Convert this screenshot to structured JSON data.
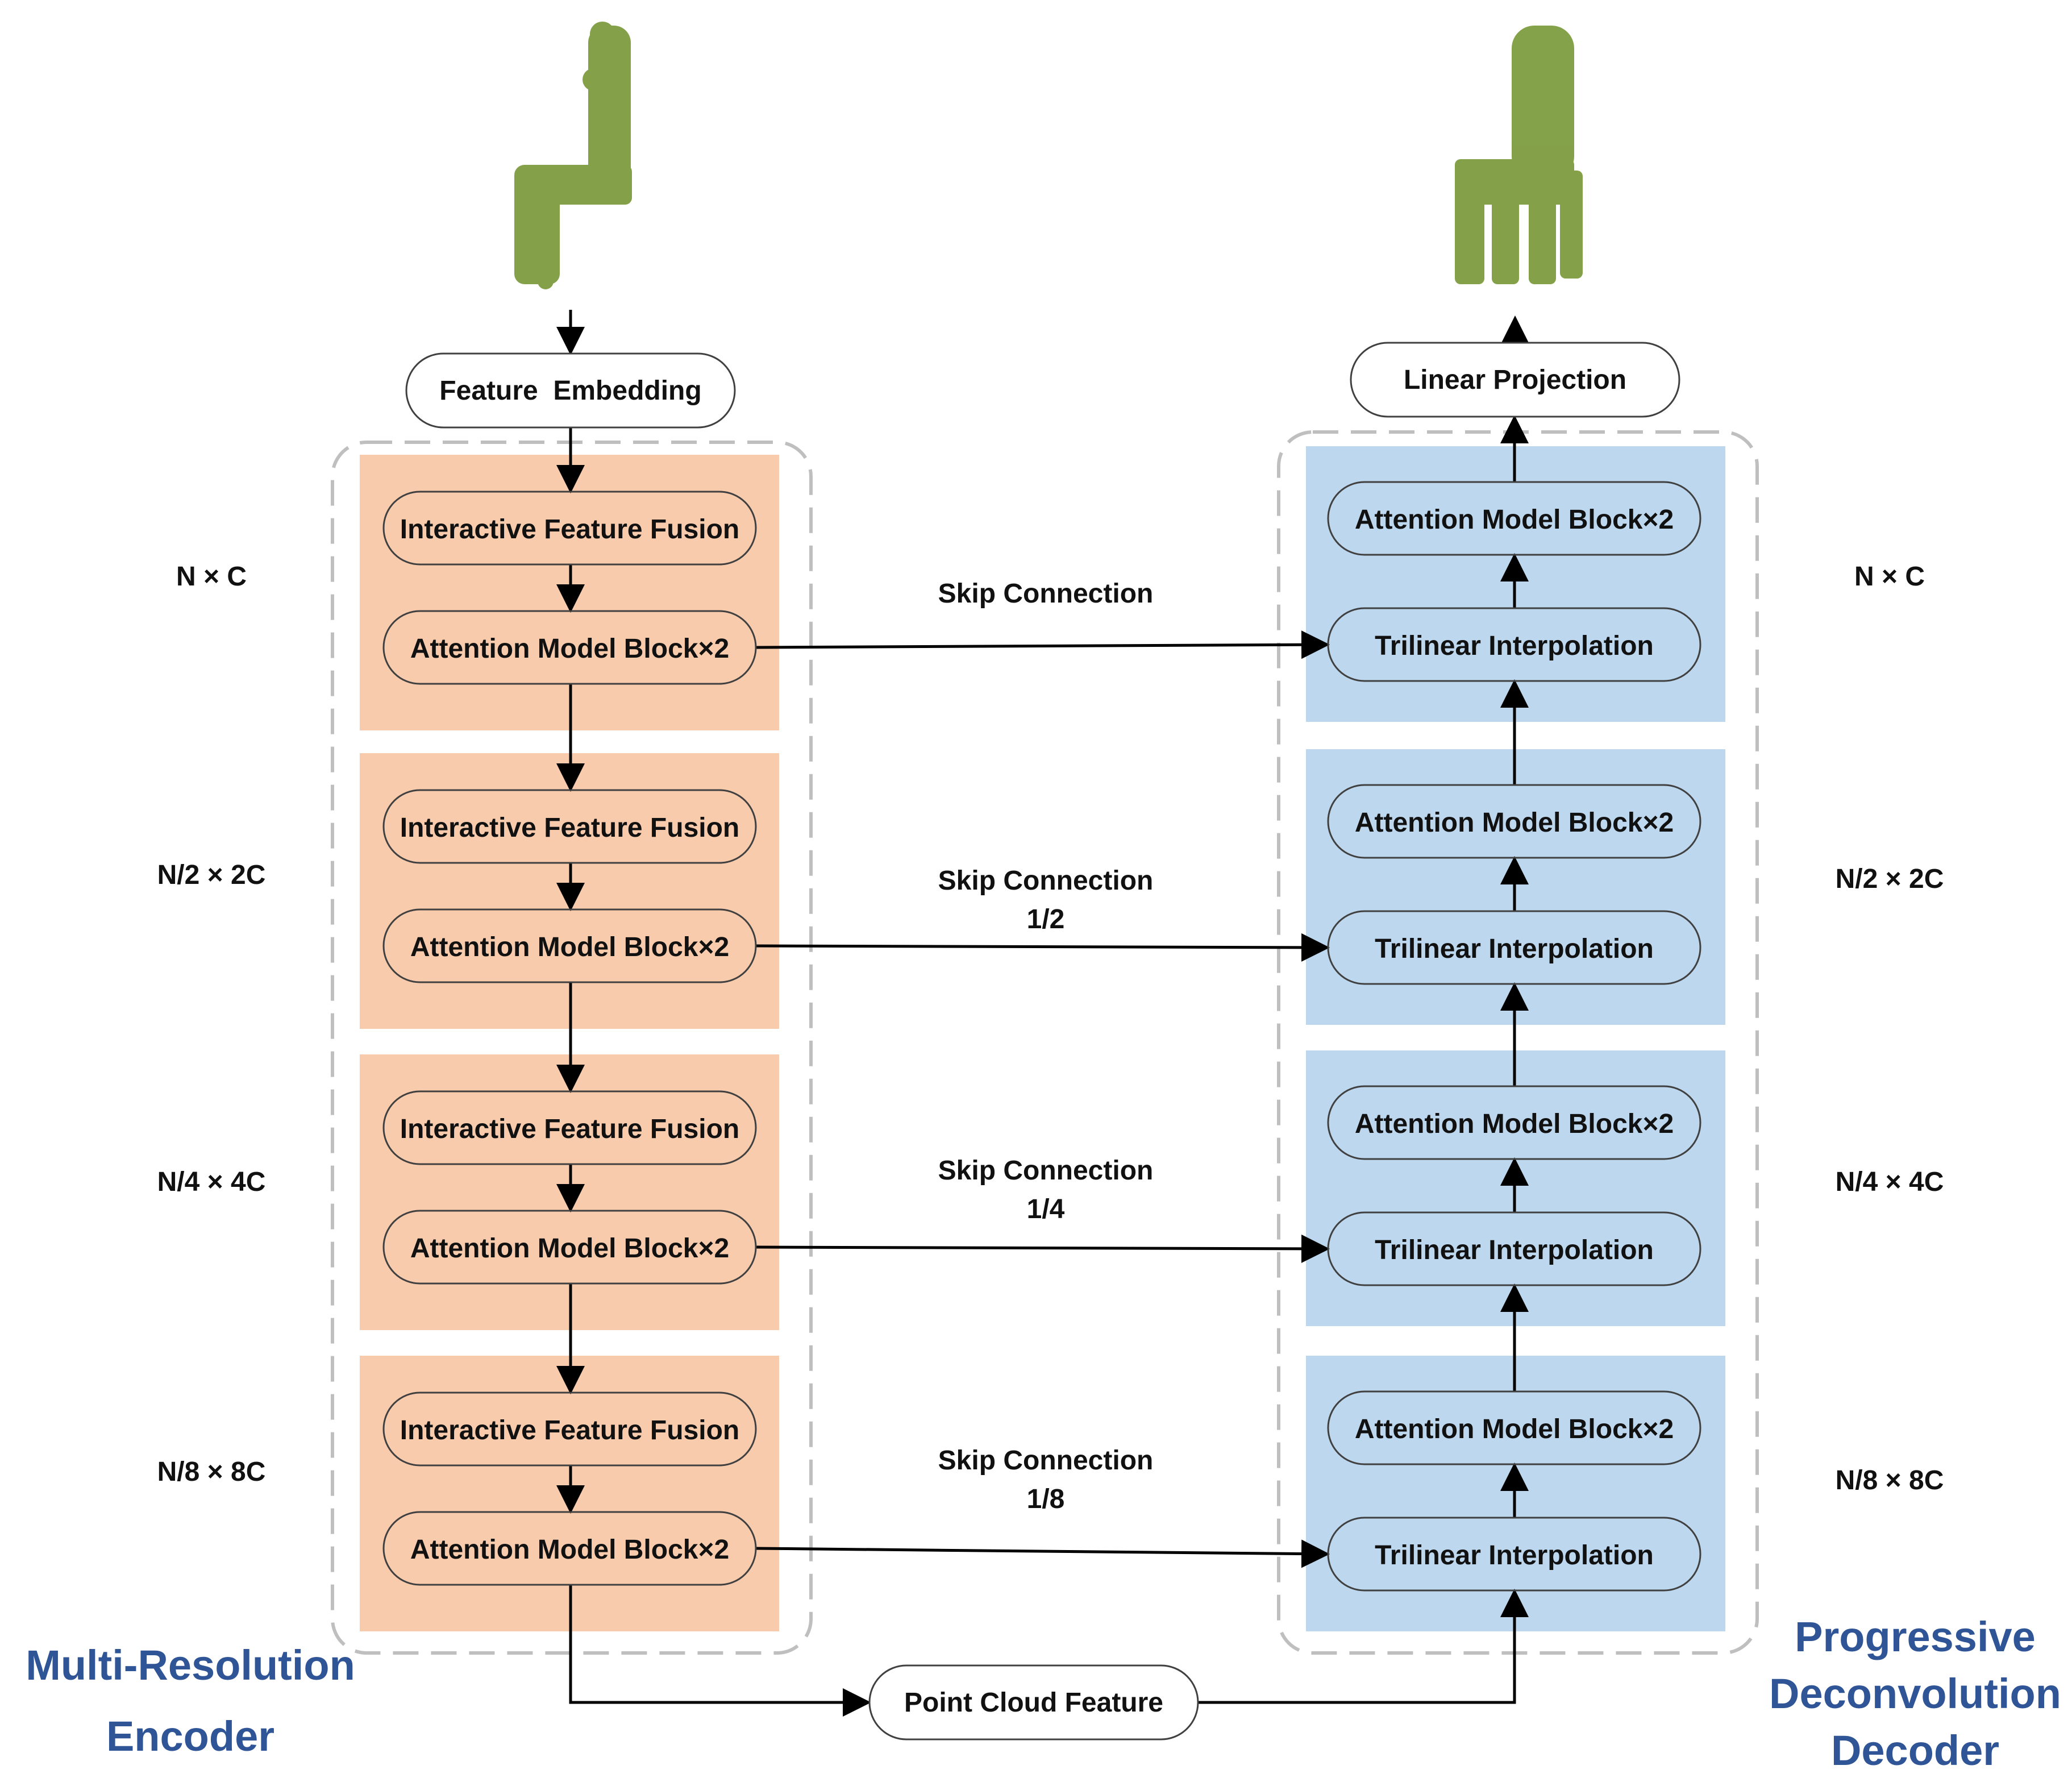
{
  "colors": {
    "encoder_stage_fill": "#f8cbad",
    "decoder_stage_fill": "#bdd7ee",
    "module_border": "#404040",
    "dashed_border": "#bfbfbf",
    "title_color": "#2f5597",
    "point_cloud_color": "#7a9a3a",
    "arrow_color": "#000000"
  },
  "input_point_cloud": {
    "icon": "chair-point-cloud-input-icon"
  },
  "output_point_cloud": {
    "icon": "chair-point-cloud-output-icon"
  },
  "feature_embedding": {
    "label": "Feature  Embedding"
  },
  "linear_projection": {
    "label": "Linear Projection"
  },
  "point_cloud_feature": {
    "label": "Point Cloud Feature"
  },
  "encoder": {
    "title_line1": "Multi-Resolution",
    "title_line2": "Encoder",
    "stages": [
      {
        "fusion_label": "Interactive Feature Fusion",
        "attention_label": "Attention Model Block×2",
        "dim_label": "N × C"
      },
      {
        "fusion_label": "Interactive Feature Fusion",
        "attention_label": "Attention Model Block×2",
        "dim_label": "N/2 × 2C"
      },
      {
        "fusion_label": "Interactive Feature Fusion",
        "attention_label": "Attention Model Block×2",
        "dim_label": "N/4 × 4C"
      },
      {
        "fusion_label": "Interactive Feature Fusion",
        "attention_label": "Attention Model Block×2",
        "dim_label": "N/8 × 8C"
      }
    ]
  },
  "decoder": {
    "title_line1": "Progressive",
    "title_line2": "Deconvolution",
    "title_line3": "Decoder",
    "stages": [
      {
        "attention_label": "Attention Model Block×2",
        "interp_label": "Trilinear Interpolation",
        "dim_label": "N × C"
      },
      {
        "attention_label": "Attention Model Block×2",
        "interp_label": "Trilinear Interpolation",
        "dim_label": "N/2 × 2C"
      },
      {
        "attention_label": "Attention Model Block×2",
        "interp_label": "Trilinear Interpolation",
        "dim_label": "N/4 × 4C"
      },
      {
        "attention_label": "Attention Model Block×2",
        "interp_label": "Trilinear Interpolation",
        "dim_label": "N/8 × 8C"
      }
    ]
  },
  "skip_connections": [
    {
      "line1": "Skip Connection",
      "line2": ""
    },
    {
      "line1": "Skip Connection",
      "line2": "1/2"
    },
    {
      "line1": "Skip Connection",
      "line2": "1/4"
    },
    {
      "line1": "Skip Connection",
      "line2": "1/8"
    }
  ]
}
